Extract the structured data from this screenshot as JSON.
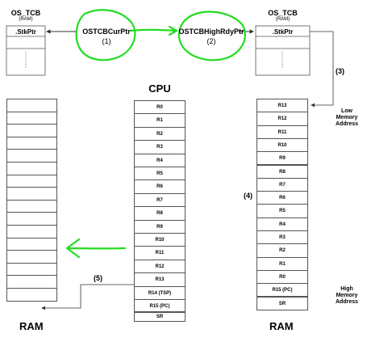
{
  "tcb_left": {
    "title": "OS_TCB",
    "subtitle": "(RAM)",
    "field": ".StkPtr"
  },
  "tcb_right": {
    "title": "OS_TCB",
    "subtitle": "(RAM)",
    "field": ".StkPtr"
  },
  "pointers": {
    "cur": {
      "label": "OSTCBCurPtr",
      "step": "(1)"
    },
    "high": {
      "label": "OSTCBHighRdyPtr",
      "step": "(2)"
    }
  },
  "steps": {
    "three": "(3)",
    "four": "(4)",
    "five": "(5)"
  },
  "cpu": {
    "title": "CPU",
    "registers": [
      "R0",
      "R1",
      "R2",
      "R3",
      "R4",
      "R5",
      "R6",
      "R7",
      "R8",
      "R9",
      "R10",
      "R11",
      "R12",
      "R13",
      "R14 (TSP)",
      "R15 (PC)"
    ],
    "sr": "SR"
  },
  "right_stack": {
    "cells": [
      "R13",
      "R12",
      "R11",
      "R10",
      "R9",
      "R8",
      "R7",
      "R6",
      "R5",
      "R4",
      "R3",
      "R2",
      "R1",
      "R0",
      "R15 (PC)",
      "SR"
    ]
  },
  "labels": {
    "low_memory": [
      "Low",
      "Memory",
      "Address"
    ],
    "high_memory": [
      "High",
      "Memory",
      "Address"
    ],
    "ram_left": "RAM",
    "ram_right": "RAM"
  },
  "colors": {
    "annotation": "#22dd22",
    "cell_border": "#555555",
    "line": "#333333"
  }
}
